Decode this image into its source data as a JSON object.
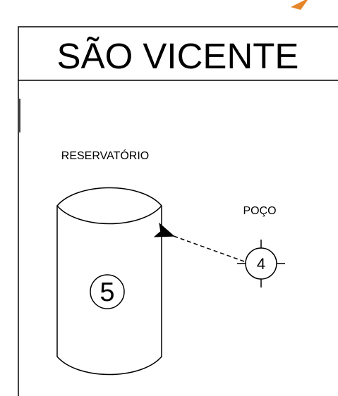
{
  "title": "SÃO VICENTE",
  "reservoir": {
    "label": "RESERVATÓRIO",
    "number": "5"
  },
  "well": {
    "label": "POÇO",
    "number": "4"
  },
  "colors": {
    "line": "#000000",
    "accent": "#e6862a",
    "background": "#ffffff"
  }
}
